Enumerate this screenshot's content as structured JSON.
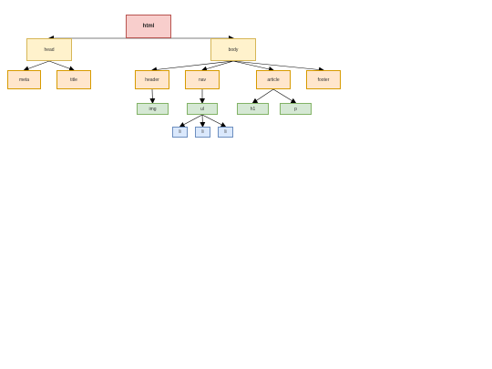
{
  "diagram": {
    "nodes": [
      {
        "id": "html",
        "label": "html",
        "level": "root"
      },
      {
        "id": "head",
        "label": "head",
        "level": "section"
      },
      {
        "id": "body",
        "label": "body",
        "level": "section"
      },
      {
        "id": "meta",
        "label": "meta",
        "level": "element"
      },
      {
        "id": "title",
        "label": "title",
        "level": "element"
      },
      {
        "id": "header",
        "label": "header",
        "level": "element"
      },
      {
        "id": "nav",
        "label": "nav",
        "level": "element"
      },
      {
        "id": "article",
        "label": "article",
        "level": "element"
      },
      {
        "id": "footer",
        "label": "footer",
        "level": "element"
      },
      {
        "id": "img",
        "label": "img",
        "level": "content"
      },
      {
        "id": "ul",
        "label": "ul",
        "level": "content"
      },
      {
        "id": "h1",
        "label": "h1",
        "level": "content"
      },
      {
        "id": "p",
        "label": "p",
        "level": "content"
      },
      {
        "id": "li1",
        "label": "li",
        "level": "item"
      },
      {
        "id": "li2",
        "label": "li",
        "level": "item"
      },
      {
        "id": "li3",
        "label": "li",
        "level": "item"
      }
    ],
    "edges": [
      {
        "from": "html",
        "to": "head"
      },
      {
        "from": "html",
        "to": "body"
      },
      {
        "from": "head",
        "to": "meta"
      },
      {
        "from": "head",
        "to": "title"
      },
      {
        "from": "body",
        "to": "header"
      },
      {
        "from": "body",
        "to": "nav"
      },
      {
        "from": "body",
        "to": "article"
      },
      {
        "from": "body",
        "to": "footer"
      },
      {
        "from": "header",
        "to": "img"
      },
      {
        "from": "nav",
        "to": "ul"
      },
      {
        "from": "ul",
        "to": "li1"
      },
      {
        "from": "ul",
        "to": "li2"
      },
      {
        "from": "ul",
        "to": "li3"
      },
      {
        "from": "article",
        "to": "h1"
      },
      {
        "from": "article",
        "to": "p"
      }
    ],
    "colors": {
      "root": {
        "fill": "#f8cecc",
        "stroke": "#b85450"
      },
      "section": {
        "fill": "#fff2cc",
        "stroke": "#d6b656"
      },
      "element": {
        "fill": "#ffe6cc",
        "stroke": "#d79b00"
      },
      "content": {
        "fill": "#d5e8d4",
        "stroke": "#82b366"
      },
      "item": {
        "fill": "#dae8fc",
        "stroke": "#6c8ebf"
      },
      "edge": "#000000"
    }
  }
}
